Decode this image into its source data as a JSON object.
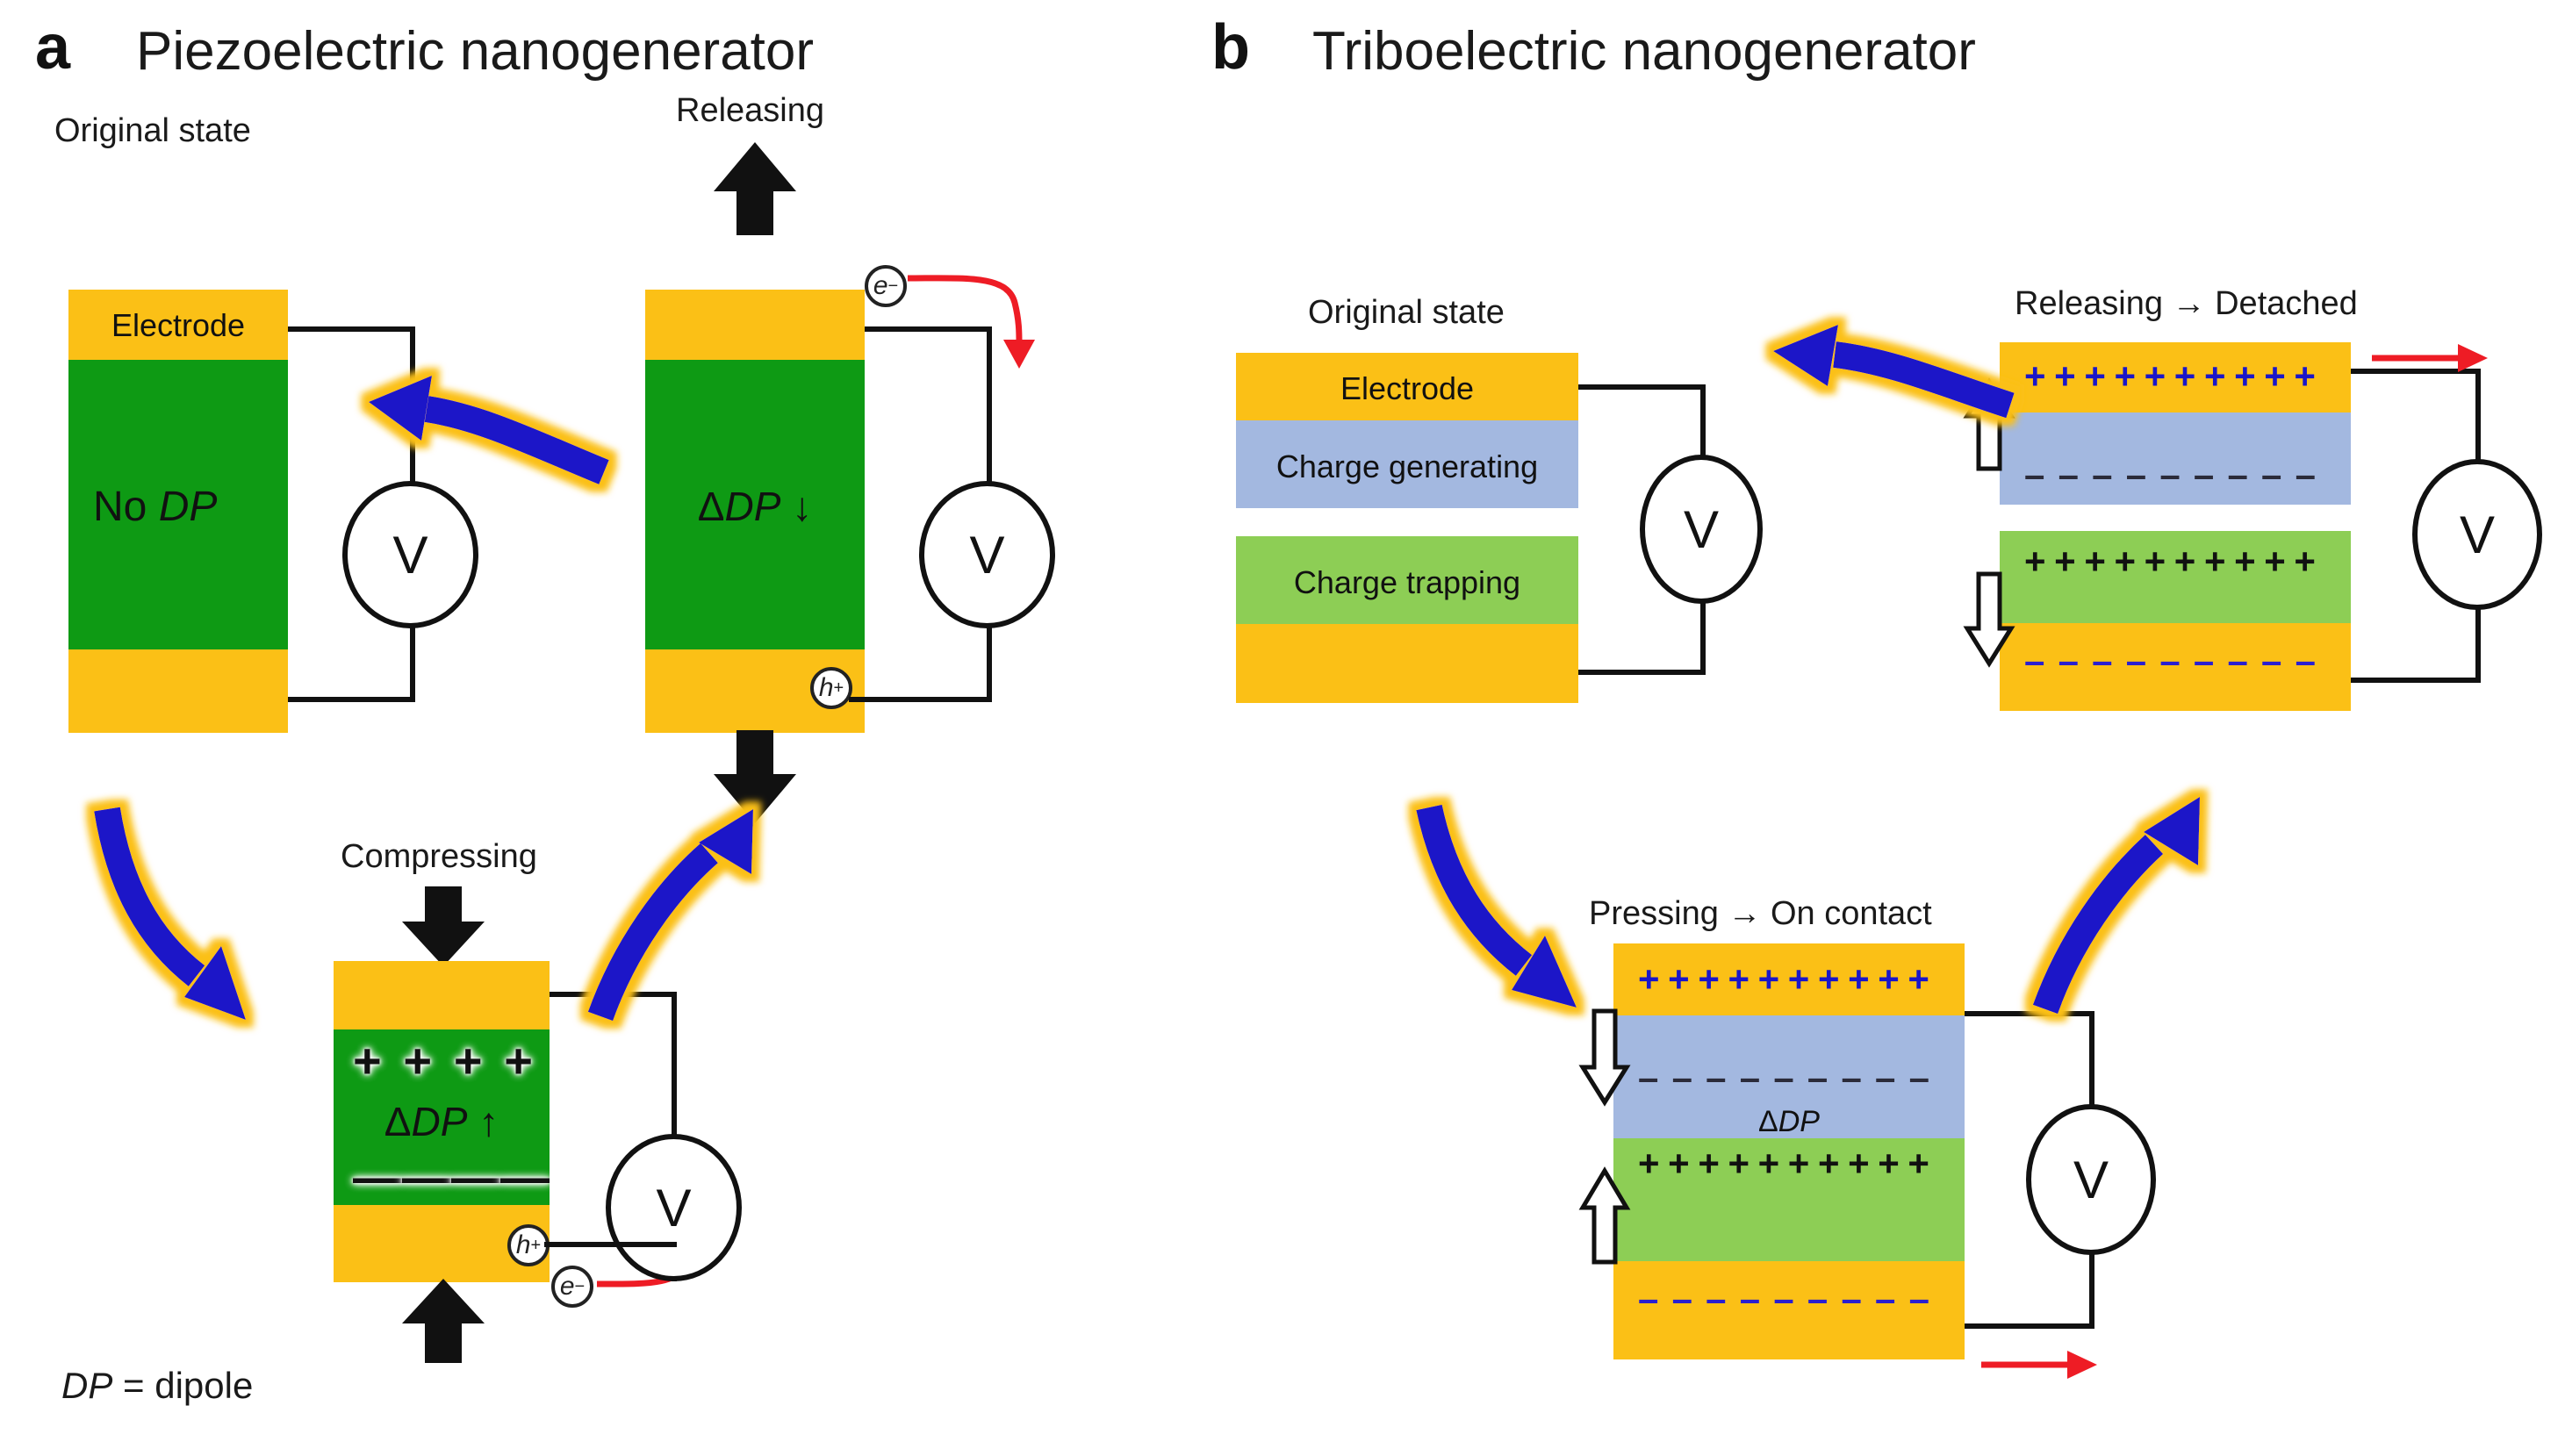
{
  "figure": {
    "panel_a": {
      "letter": "a",
      "title": "Piezoelectric nanogenerator",
      "footnote_italic": "DP",
      "footnote_rest": " = dipole",
      "states": {
        "original": {
          "caption": "Original state",
          "electrode_label": "Electrode",
          "core_label_plain": "No ",
          "core_label_italic": "DP"
        },
        "releasing": {
          "caption": "Releasing",
          "core_label_delta": "Δ",
          "core_label_italic": "DP",
          "core_label_arrow": " ↓",
          "electron_label": "e",
          "electron_sup": "−",
          "hole_label": "h",
          "hole_sup": "+"
        },
        "compressing": {
          "caption": "Compressing",
          "core_label_delta": "Δ",
          "core_label_italic": "DP",
          "core_label_arrow": " ↑",
          "top_charges": [
            "+",
            "+",
            "+",
            "+"
          ],
          "bottom_charges": [
            "—",
            "—",
            "—",
            "—"
          ],
          "electron_label": "e",
          "electron_sup": "−",
          "hole_label": "h",
          "hole_sup": "+"
        }
      },
      "meter_symbol": "V"
    },
    "panel_b": {
      "letter": "b",
      "title": "Triboelectric nanogenerator",
      "states": {
        "original": {
          "caption": "Original state",
          "layers": [
            {
              "name": "electrode-top",
              "label": "Electrode",
              "color": "#FBC016"
            },
            {
              "name": "charge-generating",
              "label": "Charge generating",
              "color": "#A3B8E0"
            },
            {
              "name": "charge-trapping",
              "label": "Charge trapping",
              "color": "#8DCE55"
            },
            {
              "name": "electrode-bottom",
              "label": "",
              "color": "#FBC016"
            }
          ]
        },
        "detached": {
          "caption": "Releasing → Detached",
          "top_electrode_charges": [
            "+",
            "+",
            "+",
            "+",
            "+",
            "+",
            "+",
            "+",
            "+",
            "+"
          ],
          "generating_charges": [
            "–",
            "–",
            "–",
            "–",
            "–",
            "–",
            "–",
            "–",
            "–"
          ],
          "trapping_charges": [
            "+",
            "+",
            "+",
            "+",
            "+",
            "+",
            "+",
            "+",
            "+",
            "+"
          ],
          "bottom_electrode_charges": [
            "–",
            "–",
            "–",
            "–",
            "–",
            "–",
            "–",
            "–",
            "–"
          ]
        },
        "on_contact": {
          "caption": "Pressing → On contact",
          "core_label_delta": "Δ",
          "core_label_italic": "DP",
          "top_electrode_charges": [
            "+",
            "+",
            "+",
            "+",
            "+",
            "+",
            "+",
            "+",
            "+",
            "+"
          ],
          "generating_charges": [
            "–",
            "–",
            "–",
            "–",
            "–",
            "–",
            "–",
            "–",
            "–"
          ],
          "trapping_charges": [
            "+",
            "+",
            "+",
            "+",
            "+",
            "+",
            "+",
            "+",
            "+",
            "+"
          ],
          "bottom_electrode_charges": [
            "–",
            "–",
            "–",
            "–",
            "–",
            "–",
            "–",
            "–",
            "–"
          ]
        }
      },
      "meter_symbol": "V"
    },
    "colors": {
      "electrode_gold": "#FBC016",
      "piezo_green": "#0E9A14",
      "charge_generating_blue": "#A3B8E0",
      "charge_trapping_green": "#8DCE55",
      "cycle_arrow_blue": "#1A16C8",
      "cycle_arrow_glow": "#FBC016",
      "current_arrow_red": "#EE1C25",
      "wire_black": "#111111"
    }
  }
}
